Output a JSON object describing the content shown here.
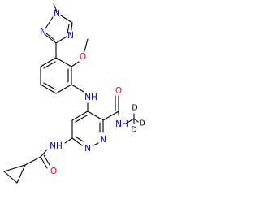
{
  "colors": {
    "bond": "#000000",
    "nitrogen": "#0000ff",
    "oxygen": "#ff0000",
    "deuterium": "#000000"
  },
  "atom_labels": {
    "triazole_n_methyl": "N",
    "triazole_n_top": "N",
    "triazole_n_bottom": "N",
    "methoxy_o": "O",
    "aniline_nh": "NH",
    "amide_o": "O",
    "amide_nh": "NH",
    "d_top": "D",
    "d_right": "D",
    "d_bottom": "D",
    "pyridazine_n_a": "N",
    "pyridazine_n_b": "N",
    "cyclopropylamide_nh": "NH",
    "cyclopropylamide_o": "O"
  }
}
